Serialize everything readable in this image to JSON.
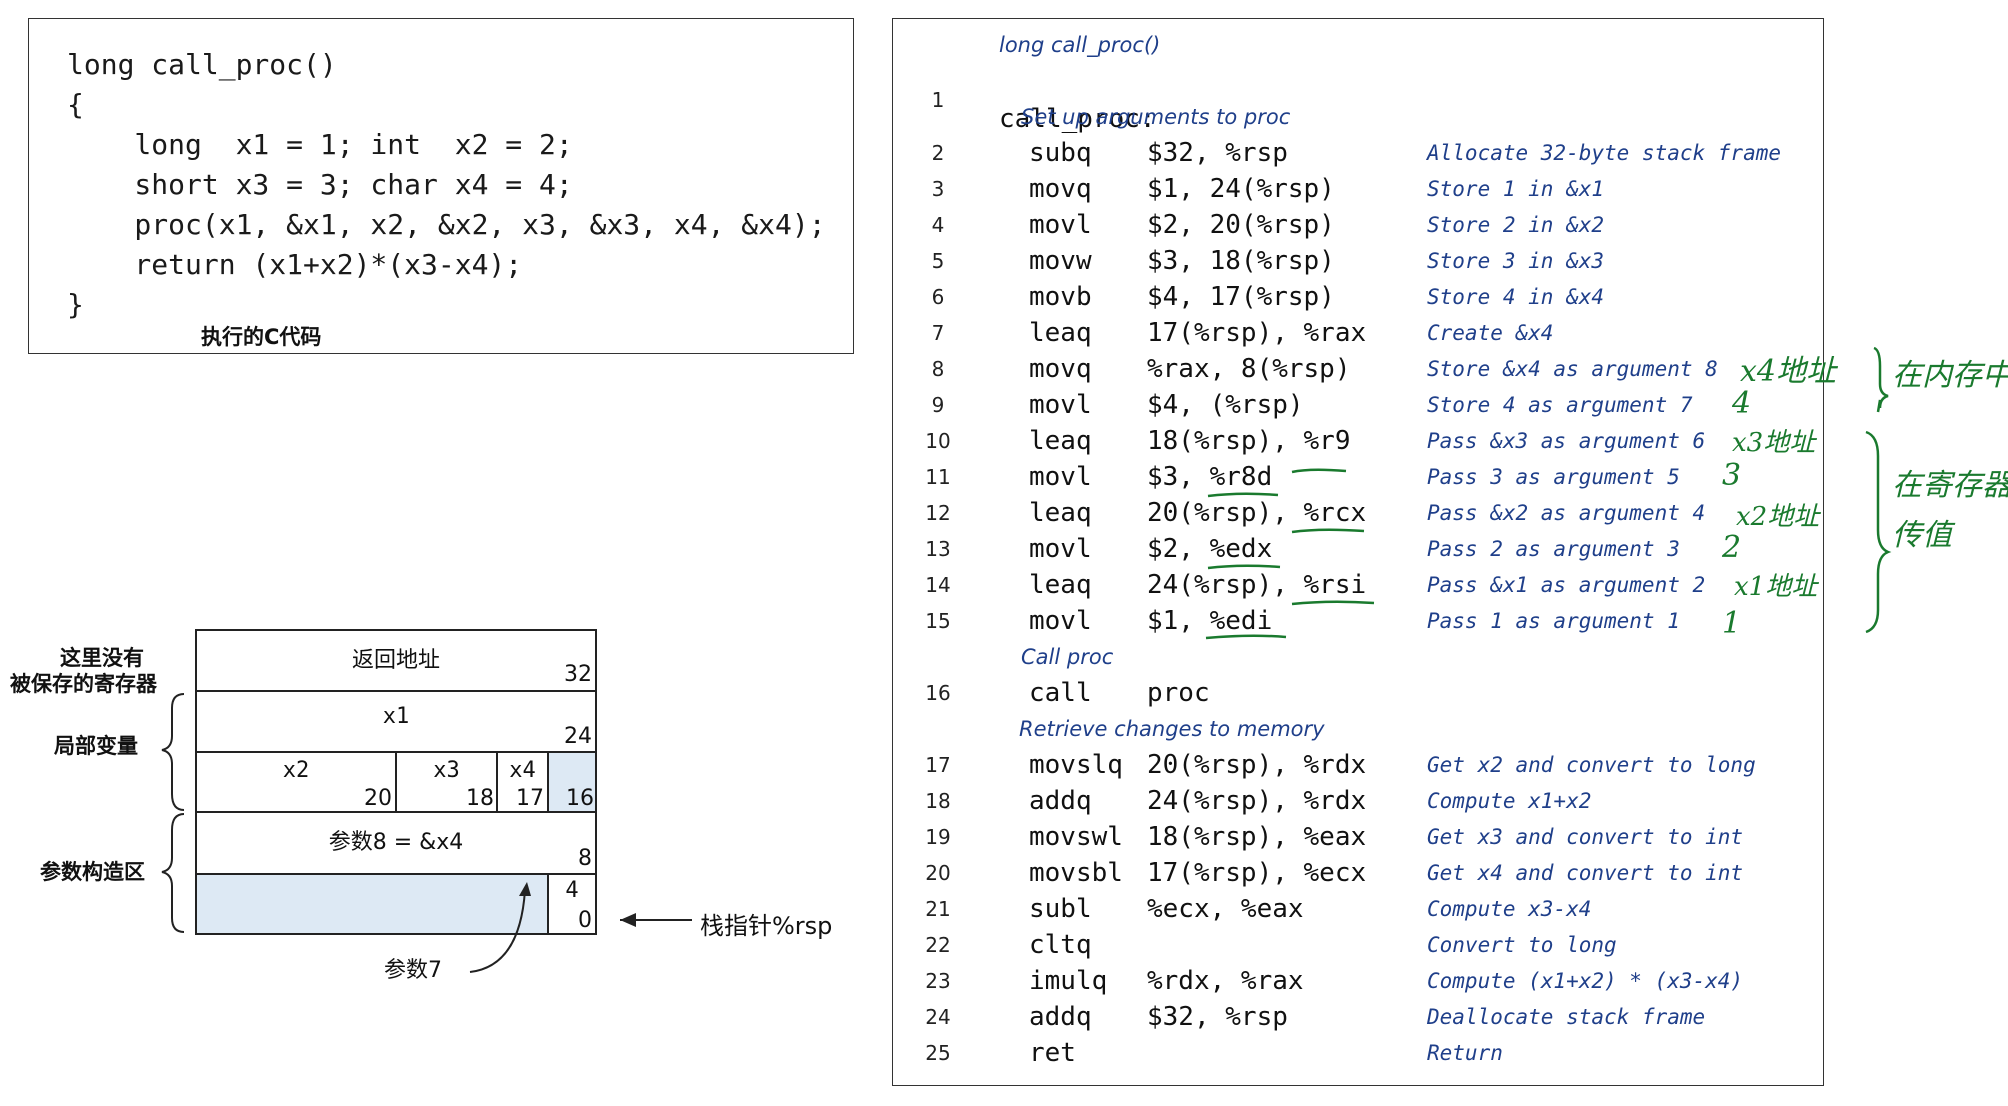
{
  "c_code": {
    "lines": [
      "long call_proc()",
      "{",
      "    long  x1 = 1; int  x2 = 2;",
      "    short x3 = 3; char x4 = 4;",
      "    proc(x1, &x1, x2, &x2, x3, &x3, x4, &x4);",
      "    return (x1+x2)*(x3-x4);",
      "}"
    ],
    "caption": "执行的C代码"
  },
  "stack": {
    "side_labels": {
      "no_saved_1": "这里没有",
      "no_saved_2": "被保存的寄存器",
      "locals": "局部变量",
      "args": "参数构造区"
    },
    "cells": {
      "return_addr": "返回地址",
      "x1": "x1",
      "x2": "x2",
      "x3": "x3",
      "x4": "x4",
      "arg8": "参数8 = &x4",
      "arg7_val": "4",
      "arg7_label": "参数7"
    },
    "offsets": [
      "32",
      "24",
      "20",
      "18",
      "17",
      "16",
      "8",
      "0"
    ],
    "pointer_label": "栈指针%rsp"
  },
  "assembly": {
    "function_header": "long call_proc()",
    "entry_label": "call_proc:",
    "sections": {
      "setup": "Set up arguments to proc",
      "call": "Call proc",
      "retrieve": "Retrieve changes to memory"
    },
    "rows": [
      {
        "n": "2",
        "op": "subq",
        "opr": "$32, %rsp",
        "cmt": "Allocate 32-byte stack frame"
      },
      {
        "n": "3",
        "op": "movq",
        "opr": "$1, 24(%rsp)",
        "cmt": "Store 1 in &x1"
      },
      {
        "n": "4",
        "op": "movl",
        "opr": "$2, 20(%rsp)",
        "cmt": "Store 2 in &x2"
      },
      {
        "n": "5",
        "op": "movw",
        "opr": "$3, 18(%rsp)",
        "cmt": "Store 3 in &x3"
      },
      {
        "n": "6",
        "op": "movb",
        "opr": "$4, 17(%rsp)",
        "cmt": "Store 4 in &x4"
      },
      {
        "n": "7",
        "op": "leaq",
        "opr": "17(%rsp), %rax",
        "cmt": "Create &x4"
      },
      {
        "n": "8",
        "op": "movq",
        "opr": "%rax, 8(%rsp)",
        "cmt": "Store &x4 as argument 8"
      },
      {
        "n": "9",
        "op": "movl",
        "opr": "$4, (%rsp)",
        "cmt": "Store 4 as argument 7"
      },
      {
        "n": "10",
        "op": "leaq",
        "opr": "18(%rsp), %r9",
        "cmt": "Pass &x3 as argument 6"
      },
      {
        "n": "11",
        "op": "movl",
        "opr": "$3, %r8d",
        "cmt": "Pass 3 as argument 5"
      },
      {
        "n": "12",
        "op": "leaq",
        "opr": "20(%rsp), %rcx",
        "cmt": "Pass &x2 as argument 4"
      },
      {
        "n": "13",
        "op": "movl",
        "opr": "$2, %edx",
        "cmt": "Pass 2 as argument 3"
      },
      {
        "n": "14",
        "op": "leaq",
        "opr": "24(%rsp), %rsi",
        "cmt": "Pass &x1 as argument 2"
      },
      {
        "n": "15",
        "op": "movl",
        "opr": "$1, %edi",
        "cmt": "Pass 1 as argument 1"
      },
      {
        "n": "16",
        "op": "call",
        "opr": "proc",
        "cmt": ""
      },
      {
        "n": "17",
        "op": "movslq",
        "opr": "20(%rsp), %rdx",
        "cmt": "Get x2 and convert to long"
      },
      {
        "n": "18",
        "op": "addq",
        "opr": "24(%rsp), %rdx",
        "cmt": "Compute x1+x2"
      },
      {
        "n": "19",
        "op": "movswl",
        "opr": "18(%rsp), %eax",
        "cmt": "Get x3 and convert to int"
      },
      {
        "n": "20",
        "op": "movsbl",
        "opr": "17(%rsp), %ecx",
        "cmt": "Get x4 and convert to int"
      },
      {
        "n": "21",
        "op": "subl",
        "opr": "%ecx, %eax",
        "cmt": "Compute x3-x4"
      },
      {
        "n": "22",
        "op": "cltq",
        "opr": "",
        "cmt": "Convert to long"
      },
      {
        "n": "23",
        "op": "imulq",
        "opr": "%rdx, %rax",
        "cmt": "Compute (x1+x2) * (x3-x4)"
      },
      {
        "n": "24",
        "op": "addq",
        "opr": "$32, %rsp",
        "cmt": "Deallocate stack frame"
      },
      {
        "n": "25",
        "op": "ret",
        "opr": "",
        "cmt": "Return"
      }
    ],
    "line1_num": "1"
  },
  "annotations": {
    "x4_addr": "x4地址",
    "v4": "4",
    "x3_addr": "x3地址",
    "v3": "3",
    "x2_addr": "x2地址",
    "v2": "2",
    "x1_addr": "x1地址",
    "v1": "1",
    "in_memory": "在内存中",
    "in_register_1": "在寄存器",
    "in_register_2": "传值"
  }
}
